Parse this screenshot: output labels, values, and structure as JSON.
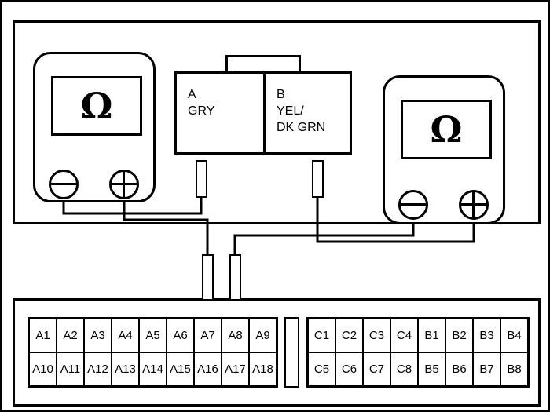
{
  "meters": {
    "left": {
      "display": "Ω"
    },
    "right": {
      "display": "Ω"
    }
  },
  "harness_connector": {
    "terminal_a": [
      "A",
      "GRY"
    ],
    "terminal_b": [
      "B",
      "YEL/",
      "DK GRN"
    ]
  },
  "component_connector": {
    "left_grid": [
      [
        "A1",
        "A2",
        "A3",
        "A4",
        "A5",
        "A6",
        "A7",
        "A8",
        "A9"
      ],
      [
        "A10",
        "A11",
        "A12",
        "A13",
        "A14",
        "A15",
        "A16",
        "A17",
        "A18"
      ]
    ],
    "right_grid": [
      [
        "C1",
        "C2",
        "C3",
        "C4",
        "B1",
        "B2",
        "B3",
        "B4"
      ],
      [
        "C5",
        "C6",
        "C7",
        "C8",
        "B5",
        "B6",
        "B7",
        "B8"
      ]
    ]
  },
  "colors": {
    "line": "#000000",
    "background": "#ffffff"
  }
}
